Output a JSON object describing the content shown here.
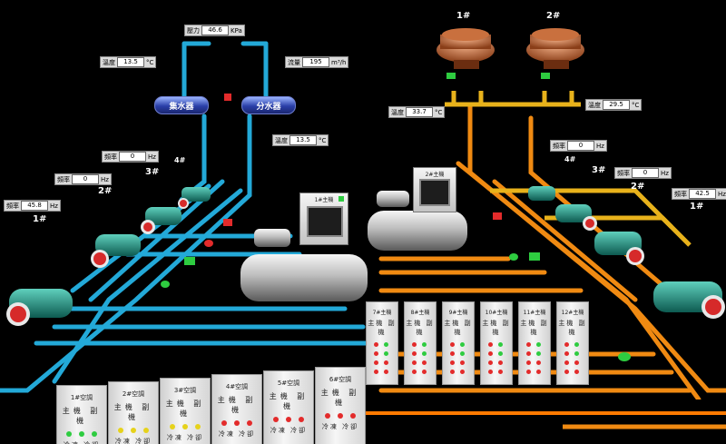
{
  "colors": {
    "cold_pipe": "#23a9d8",
    "hot_pipe": "#f08a12",
    "hot_pipe_dark": "#ff7a00",
    "yellow_pipe": "#e8b21b",
    "vessel": "#2a3fa8",
    "led_green": "#2ecc40",
    "led_red": "#e32b2b",
    "led_yellow": "#e6d21b"
  },
  "top": {
    "pressure": {
      "label": "壓力",
      "value": "46.6",
      "unit": "KPa"
    },
    "temp_left": {
      "label": "溫度",
      "value": "13.5",
      "unit": "°C"
    },
    "flow": {
      "label": "流量",
      "value": "195",
      "unit": "m³/h"
    },
    "temp_mid": {
      "label": "溫度",
      "value": "13.5",
      "unit": "°C"
    },
    "collector": "集水器",
    "distributor": "分水器"
  },
  "right_top": {
    "tower1": "1#",
    "tower2": "2#",
    "temp_a": {
      "label": "溫度",
      "value": "33.7",
      "unit": "°C"
    },
    "temp_b": {
      "label": "溫度",
      "value": "29.5",
      "unit": "°C"
    }
  },
  "left_pumps": {
    "p1": {
      "tag": "1#",
      "label": "頻率",
      "value": "45.8",
      "unit": "Hz"
    },
    "p2": {
      "tag": "2#",
      "label": "頻率",
      "value": "0",
      "unit": "Hz"
    },
    "p3": {
      "tag": "3#",
      "label": "頻率",
      "value": "0",
      "unit": "Hz"
    },
    "p4": {
      "tag": "4#"
    }
  },
  "right_pumps": {
    "p1": {
      "tag": "1#",
      "label": "頻率",
      "value": "42.5",
      "unit": "Hz"
    },
    "p2": {
      "tag": "2#",
      "label": "頻率",
      "value": "0",
      "unit": "Hz"
    },
    "p3": {
      "tag": "3#",
      "label": "頻率",
      "value": "0",
      "unit": "Hz"
    },
    "p4": {
      "tag": "4#"
    }
  },
  "chillers": {
    "c1": "1#主機",
    "c2": "2#主機"
  },
  "front_cabinets": [
    {
      "title": "1#空調",
      "row1": "主機  副機",
      "row2": "冷凍  冷卻"
    },
    {
      "title": "2#空調",
      "row1": "主機  副機",
      "row2": "冷凍  冷卻"
    },
    {
      "title": "3#空調",
      "row1": "主機  副機",
      "row2": "冷凍  冷卻"
    },
    {
      "title": "4#空調",
      "row1": "主機  副機",
      "row2": "冷凍  冷卻"
    },
    {
      "title": "5#空調",
      "row1": "主機  副機",
      "row2": "冷凍  冷卻"
    },
    {
      "title": "6#空調",
      "row1": "主機  副機",
      "row2": "冷凍  冷卻"
    }
  ],
  "back_cabinets": [
    {
      "title": "7#主機",
      "row1": "主機 副機"
    },
    {
      "title": "8#主機",
      "row1": "主機 副機"
    },
    {
      "title": "9#主機",
      "row1": "主機 副機"
    },
    {
      "title": "10#主機",
      "row1": "主機 副機"
    },
    {
      "title": "11#主機",
      "row1": "主機 副機"
    },
    {
      "title": "12#主機",
      "row1": "主機 副機"
    }
  ]
}
